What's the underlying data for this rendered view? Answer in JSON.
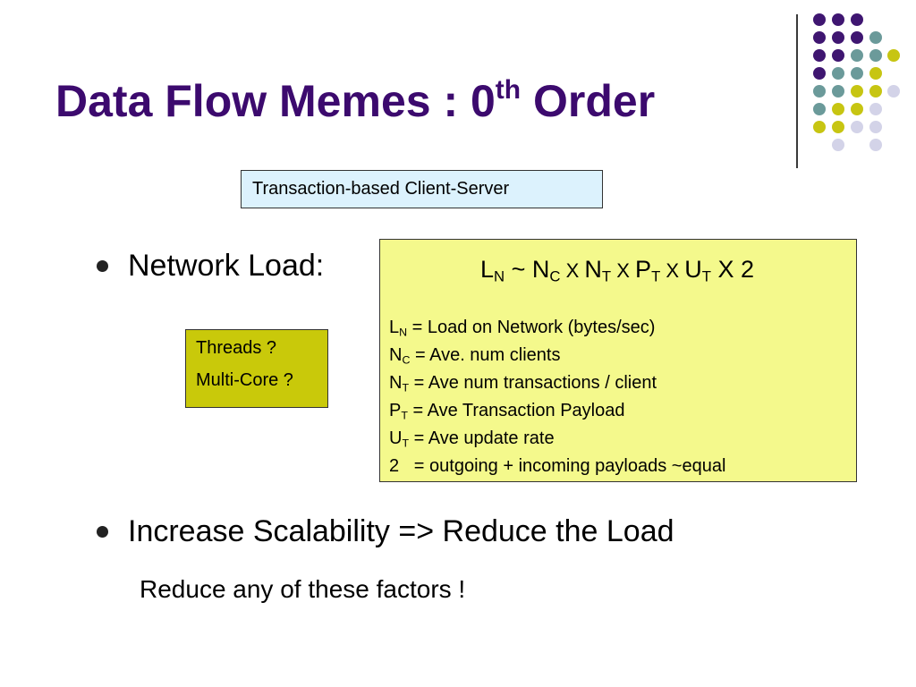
{
  "slide": {
    "title_main": "Data Flow Memes : 0",
    "title_sup": "th",
    "title_tail": " Order",
    "colors": {
      "title": "#3c0a6e",
      "dot_purple": "#3f1671",
      "dot_teal": "#6b9a9a",
      "dot_yellow": "#c7c512",
      "dot_lavender": "#d3d3e8",
      "formula_box": "#f4f98c",
      "transaction_box": "#dcf2fd",
      "threads_box": "#c9c90a"
    }
  },
  "transaction_box": {
    "label": "Transaction-based Client-Server"
  },
  "bullets": {
    "network_load": "Network Load:",
    "increase": "Increase Scalability => Reduce the Load"
  },
  "formula": {
    "l": "L",
    "l_sub": "N",
    "tilde": " ~ ",
    "nc": "N",
    "nc_sub": "C",
    "x1": " X ",
    "nt": "N",
    "nt_sub": "T",
    "x2": " X ",
    "pt": "P",
    "pt_sub": "T",
    "x3": " X ",
    "ut": "U",
    "ut_sub": "T",
    "x4": " X 2"
  },
  "legend": [
    {
      "sym": "L",
      "sub": "N",
      "text": " = Load on Network (bytes/sec)"
    },
    {
      "sym": "N",
      "sub": "C",
      "text": " = Ave. num clients"
    },
    {
      "sym": "N",
      "sub": "T",
      "text": " = Ave num transactions / client"
    },
    {
      "sym": "P",
      "sub": "T",
      "text": " = Ave Transaction Payload"
    },
    {
      "sym": "U",
      "sub": "T",
      "text": " = Ave update rate"
    },
    {
      "sym": "2",
      "sub": "",
      "text": "   = outgoing + incoming payloads ~equal"
    }
  ],
  "threads_box": {
    "line1": "Threads ?",
    "line2": "Multi-Core ?"
  },
  "subtext": "Reduce any of these factors !"
}
